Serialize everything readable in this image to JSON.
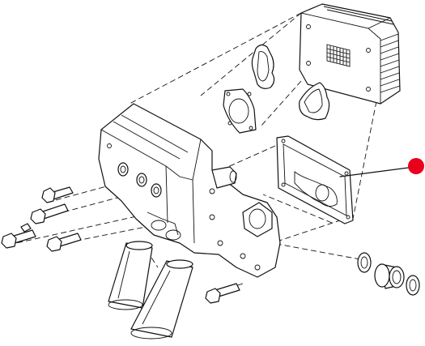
{
  "diagram": {
    "type": "exploded-parts-view",
    "highlight_color": "#e8001c",
    "line_color": "#111111",
    "background": "#ffffff",
    "parts": [
      {
        "name": "oil-cooler-core"
      },
      {
        "name": "small-gaskets"
      },
      {
        "name": "mounting-gasket"
      },
      {
        "name": "oil-cooler-housing"
      },
      {
        "name": "highlighted-gasket",
        "highlighted": true
      },
      {
        "name": "oil-filters",
        "count": 2
      },
      {
        "name": "bolts",
        "count": 6
      },
      {
        "name": "o-ring-connector"
      }
    ]
  }
}
